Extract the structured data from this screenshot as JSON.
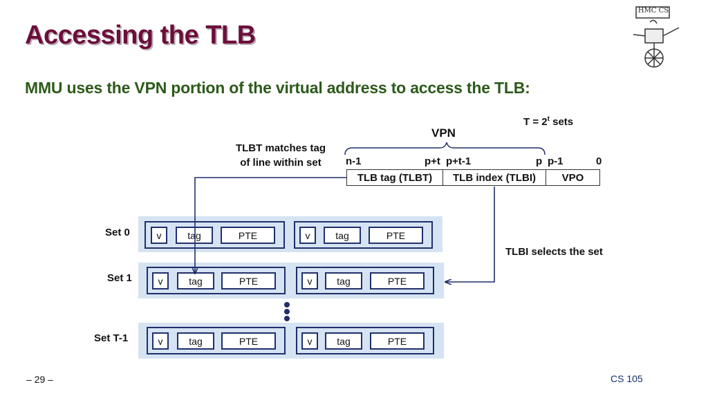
{
  "slide": {
    "title": "Accessing the TLB",
    "subtitle": "MMU uses the VPN portion of the virtual address to access the TLB:",
    "page_number": "– 29 –",
    "course": "CS 105",
    "logo_text": "HMC CS"
  },
  "address": {
    "t_sets_prefix": "T = 2",
    "t_sets_exp": "t",
    "t_sets_suffix": " sets",
    "vpn_label": "VPN",
    "bit_labels": [
      "n-1",
      "p+t",
      "p+t-1",
      "p",
      "p-1",
      "0"
    ],
    "fields": [
      "TLB tag (TLBT)",
      "TLB index (TLBI)",
      "VPO"
    ]
  },
  "annotations": {
    "tlbt_line1": "TLBT matches tag",
    "tlbt_line2": "of line within set",
    "tlbi_selects": "TLBI selects the set"
  },
  "sets": [
    {
      "label": "Set 0",
      "lines": [
        {
          "v": "v",
          "tag": "tag",
          "pte": "PTE"
        },
        {
          "v": "v",
          "tag": "tag",
          "pte": "PTE"
        }
      ]
    },
    {
      "label": "Set 1",
      "lines": [
        {
          "v": "v",
          "tag": "tag",
          "pte": "PTE"
        },
        {
          "v": "v",
          "tag": "tag",
          "pte": "PTE"
        }
      ]
    },
    {
      "label": "Set T-1",
      "lines": [
        {
          "v": "v",
          "tag": "tag",
          "pte": "PTE"
        },
        {
          "v": "v",
          "tag": "tag",
          "pte": "PTE"
        }
      ]
    }
  ],
  "colors": {
    "title": "#6b0f3a",
    "subtitle": "#2c5a1a",
    "set_band": "#d6e3f2",
    "cell_border": "#1f2f6b"
  }
}
